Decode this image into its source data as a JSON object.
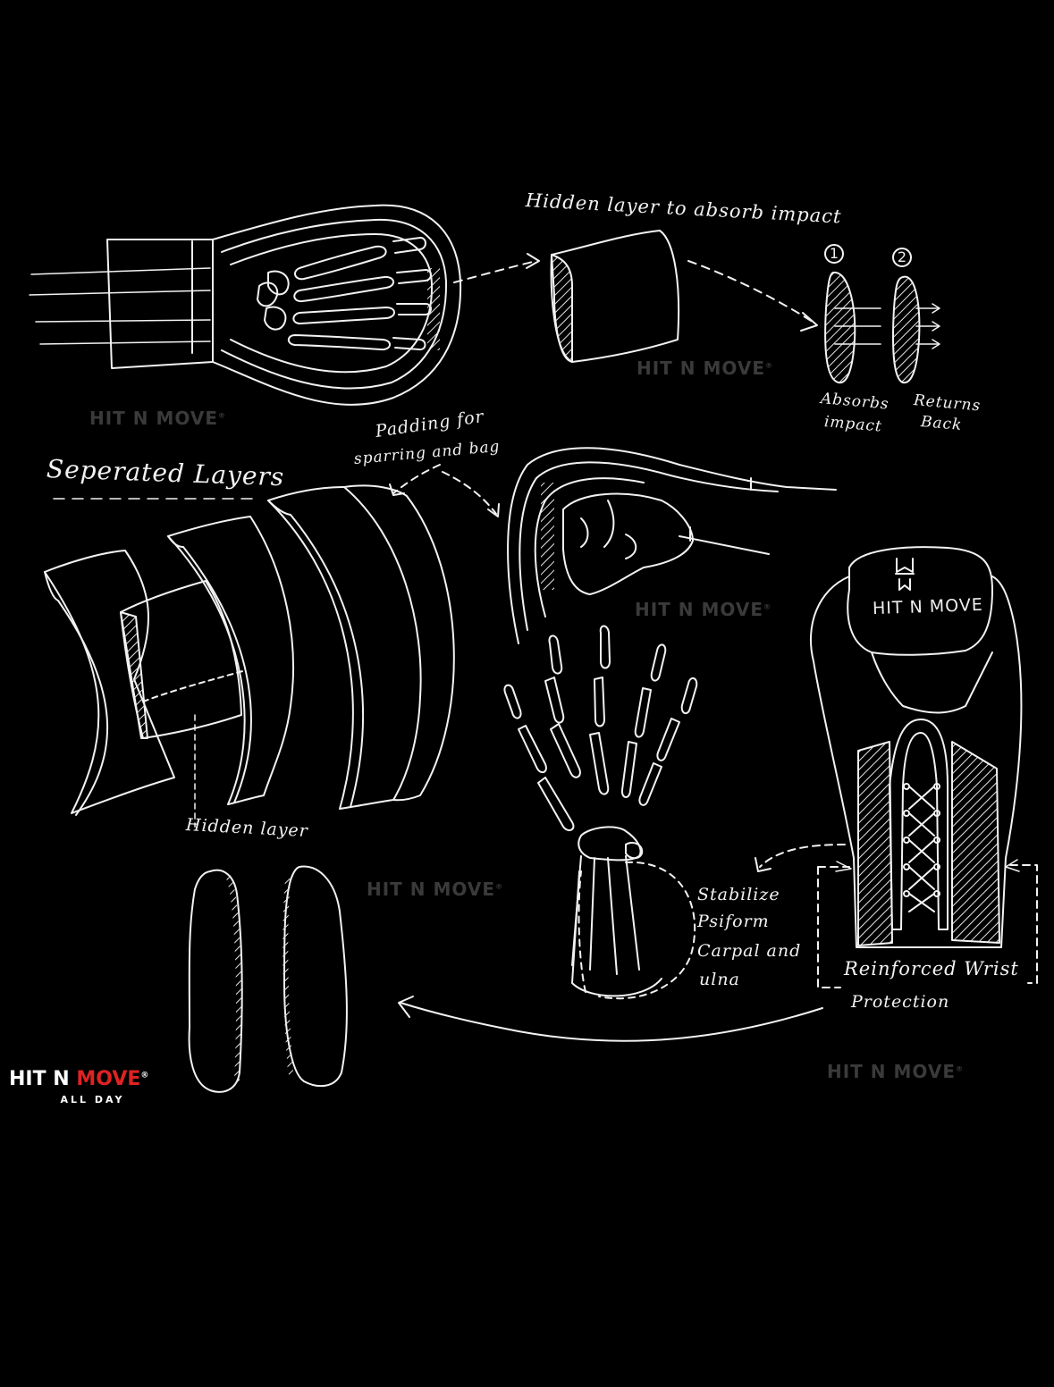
{
  "labels": {
    "hidden_layer_top": "Hidden layer to absorb impact",
    "num_1": "1",
    "num_2": "2",
    "absorbs_impact": [
      "Absorbs",
      "impact"
    ],
    "returns_back": [
      "Returns",
      "Back"
    ],
    "separated_layers": "Seperated Layers",
    "padding": [
      "Padding for",
      "sparring and bag"
    ],
    "hidden_layer_bottom": "Hidden layer",
    "stabilize": [
      "Stabilize",
      "Psiform",
      "Carpal and",
      "ulna"
    ],
    "reinforced": [
      "Reinforced Wrist",
      "Protection"
    ],
    "glove_text": "HIT N MOVE"
  },
  "watermark": {
    "text": "HIT N MOVE",
    "mark": "®"
  },
  "logo": {
    "brand_part1": "HIT N ",
    "brand_part2": "MOVE",
    "registered": "®",
    "tagline": "ALL DAY",
    "colors": {
      "accent": "#e02222",
      "text": "#ffffff"
    }
  },
  "colors": {
    "background": "#000000",
    "chalk": "#f2f2f2",
    "watermark": "#3a3a3a"
  }
}
